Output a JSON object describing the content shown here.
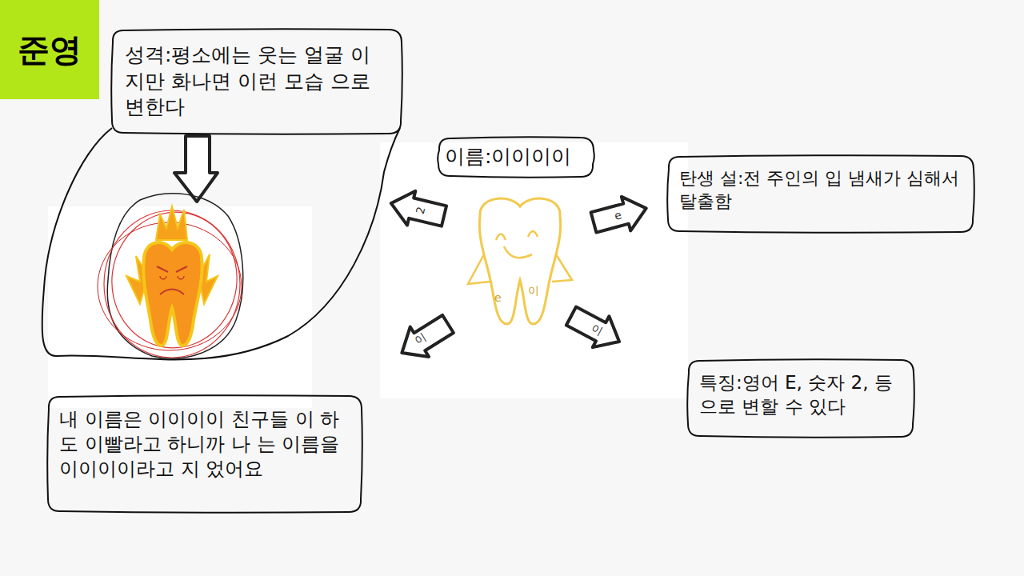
{
  "diagram": {
    "nodes": [
      {
        "text": [
          "준영"
        ]
      },
      {
        "text": [
          "성격:평소에는 웃는 얼굴 이지만 화나면 이런 모습 으로 변한다"
        ]
      },
      {
        "text": [
          "이름:이이이이"
        ]
      },
      {
        "text": [
          "탄생 설:전 주인의 입 냄새가 심해서 탈출함"
        ]
      },
      {
        "text": [
          "특징:영어 E, 숫자 2, 등으로 변할 수 있다"
        ]
      },
      {
        "text": [
          "내 이름은 이이이이 친구들 이 하도 이빨라고 하니까 나 는 이름을 이이이이라고 지 었어요"
        ]
      }
    ],
    "labels": [
      "2",
      "e",
      "이",
      "이",
      "e",
      "이"
    ]
  }
}
